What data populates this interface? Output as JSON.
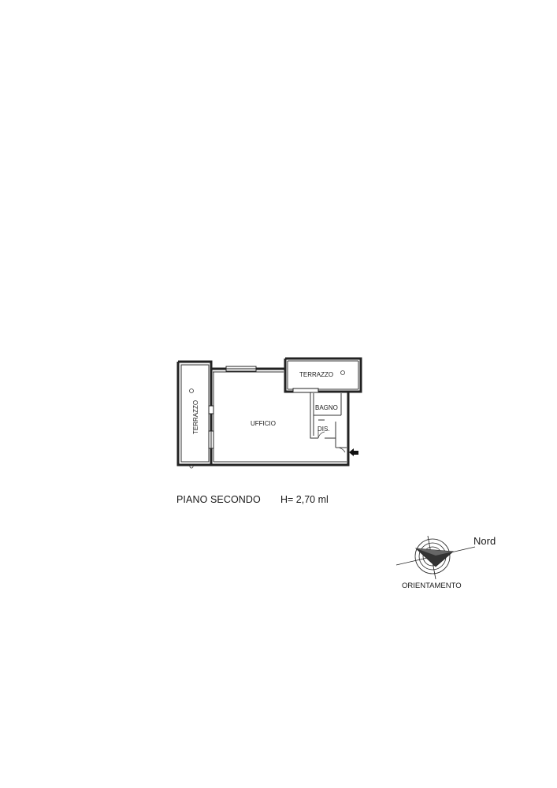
{
  "floor": {
    "caption": "PIANO SECONDO",
    "height": "H= 2,70 ml"
  },
  "rooms": {
    "terrazzo_left": "TERRAZZO",
    "terrazzo_top": "TERRAZZO",
    "ufficio": "UFFICIO",
    "bagno": "BAGNO",
    "dis": "DIS."
  },
  "compass": {
    "north": "Nord",
    "label": "ORIENTAMENTO"
  },
  "icons": {
    "entrance": "entrance-arrow-icon",
    "compass": "compass-rose-icon",
    "drain": "drain-icon"
  }
}
